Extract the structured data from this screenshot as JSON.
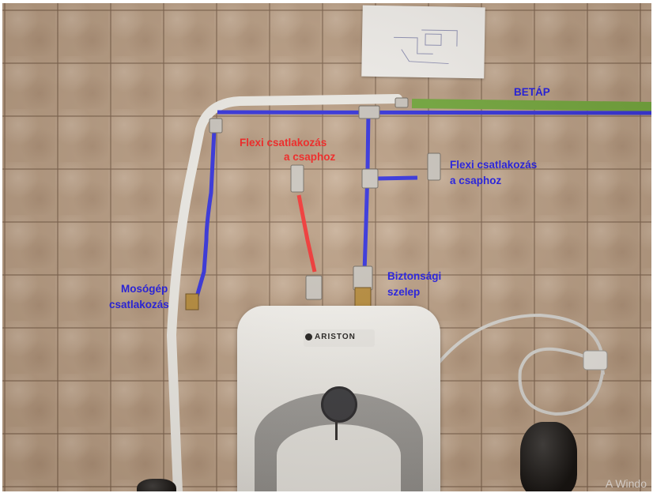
{
  "labels": {
    "betap": "BETÁP",
    "flexi_left_1": "Flexi csatlakozás",
    "flexi_left_2": "a csaphoz",
    "flexi_right_1": "Flexi csatlakozás",
    "flexi_right_2": "a csaphoz",
    "mosogep_1": "Mosógép",
    "mosogep_2": "csatlakozás",
    "biztonsagi_1": "Biztonsági",
    "biztonsagi_2": "szelep"
  },
  "heater": {
    "brand": "ARISTON"
  },
  "watermark": "A Windo",
  "colors": {
    "blue_line": "#2f2fe0",
    "red_line": "#f03232",
    "green_hose": "#6fa83a",
    "label_blue": "#1a16e6",
    "label_red": "#f01c1c"
  }
}
